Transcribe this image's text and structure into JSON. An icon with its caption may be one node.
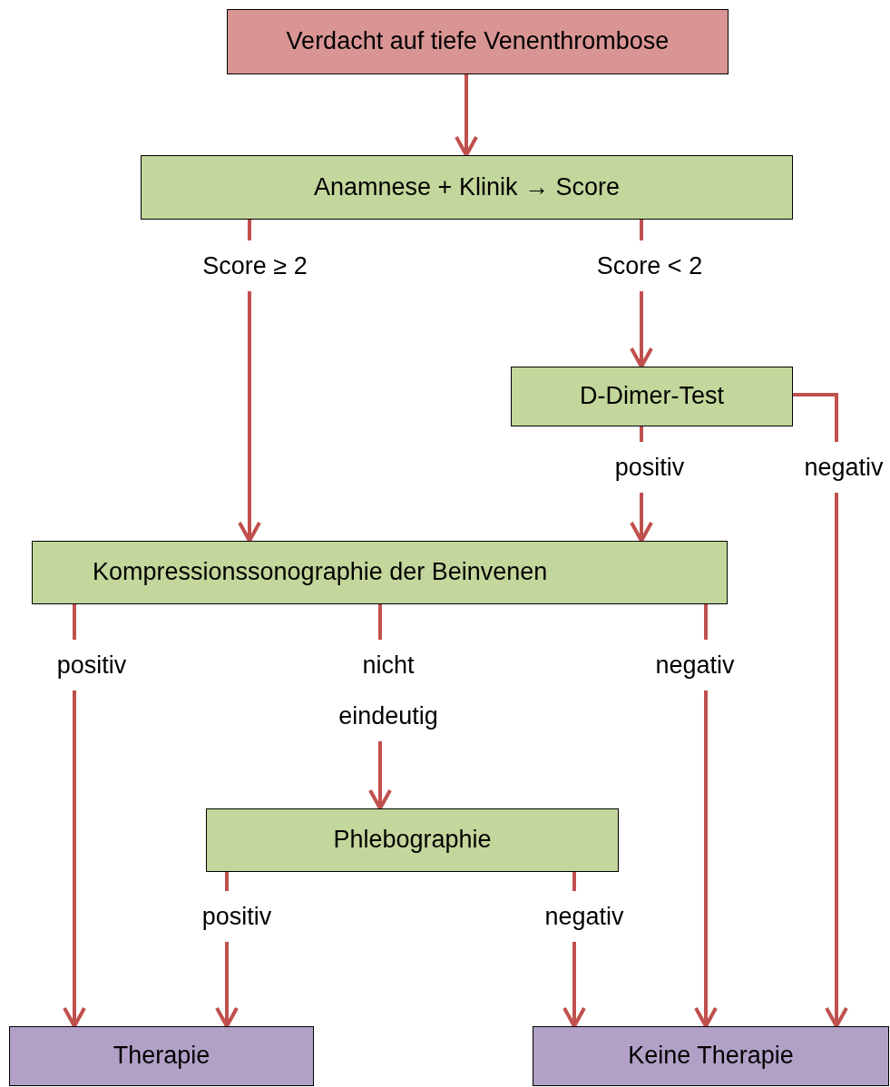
{
  "diagram": {
    "nodes": [
      {
        "text": [
          "Verdacht auf tiefe Venenthrombose"
        ]
      },
      {
        "text": [
          "Anamnese + Klinik → Score"
        ]
      },
      {
        "text": [
          "D-Dimer-Test"
        ]
      },
      {
        "text": [
          "Kompressionssonographie der Beinvenen"
        ]
      },
      {
        "text": [
          "Phlebographie"
        ]
      },
      {
        "text": [
          "Therapie"
        ]
      },
      {
        "text": [
          "Keine Therapie"
        ]
      }
    ],
    "edges": [
      {
        "from": 0,
        "to": 1,
        "arrow": "to"
      },
      {
        "from": 1,
        "to": 3,
        "arrow": "to",
        "label": "Score ≥ 2"
      },
      {
        "from": 1,
        "to": 2,
        "arrow": "to",
        "label": "Score < 2"
      },
      {
        "from": 2,
        "to": 6,
        "arrow": "to",
        "label": "negativ"
      },
      {
        "from": 2,
        "to": 3,
        "arrow": "to",
        "label": "positiv"
      },
      {
        "from": 3,
        "to": 5,
        "arrow": "to",
        "label": "positiv"
      },
      {
        "from": 3,
        "to": 4,
        "arrow": "to",
        "label": "nicht eindeutig"
      },
      {
        "from": 3,
        "to": 6,
        "arrow": "to",
        "label": "negativ"
      },
      {
        "from": 4,
        "to": 5,
        "arrow": "to",
        "label": "positiv"
      },
      {
        "from": 4,
        "to": 6,
        "arrow": "to",
        "label": "negativ"
      }
    ]
  }
}
